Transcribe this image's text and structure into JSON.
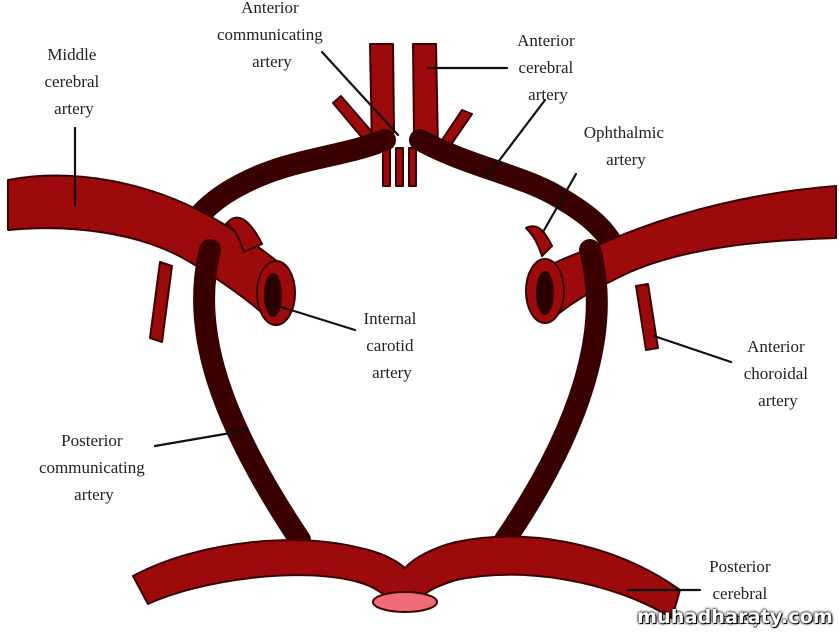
{
  "labels": {
    "anterior_communicating": [
      "Anterior",
      "communicating",
      "artery"
    ],
    "anterior_cerebral": [
      "Anterior",
      "cerebral",
      "artery"
    ],
    "middle_cerebral": [
      "Middle",
      "cerebral",
      "artery"
    ],
    "ophthalmic": [
      "Ophthalmic",
      "artery"
    ],
    "internal_carotid": [
      "Internal",
      "carotid",
      "artery"
    ],
    "anterior_choroidal": [
      "Anterior",
      "choroidal",
      "artery"
    ],
    "posterior_communicating": [
      "Posterior",
      "communicating",
      "artery"
    ],
    "posterior_cerebral": [
      "Posterior",
      "cerebral",
      "artery"
    ]
  },
  "watermark": "muhadharaty.com",
  "colors": {
    "vessel": "#9c0a0c",
    "vessel_outline": "#3a0000",
    "lumen": "#2a0000",
    "basilar_highlight": "#f06a78"
  }
}
